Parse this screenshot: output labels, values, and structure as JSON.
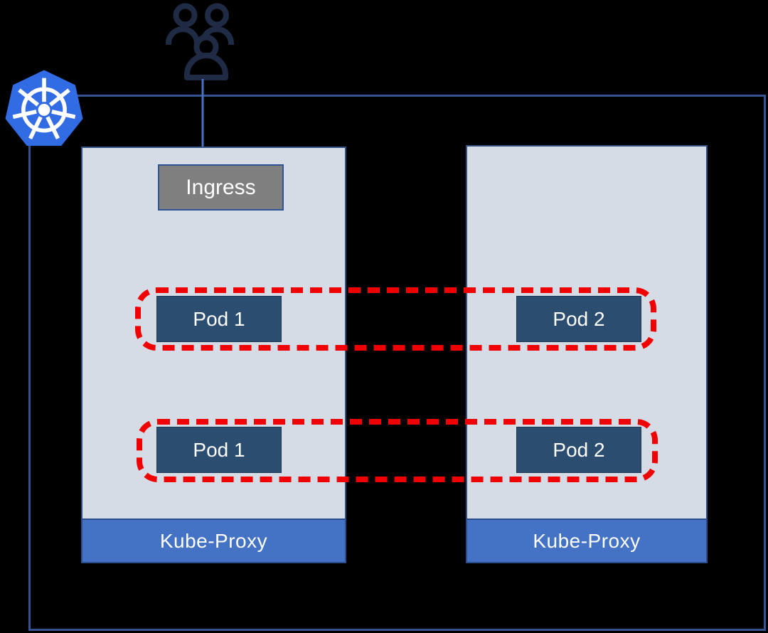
{
  "diagram": {
    "ingress_label": "Ingress",
    "nodes": [
      {
        "id": "node-1",
        "kube_proxy_label": "Kube-Proxy",
        "pods": [
          {
            "label": "Pod 1"
          },
          {
            "label": "Pod 1"
          }
        ]
      },
      {
        "id": "node-2",
        "kube_proxy_label": "Kube-Proxy",
        "pods": [
          {
            "label": "Pod 2"
          },
          {
            "label": "Pod 2"
          }
        ]
      }
    ],
    "services": [
      {
        "members": [
          "Pod 1",
          "Pod 2"
        ]
      },
      {
        "members": [
          "Pod 1",
          "Pod 2"
        ]
      }
    ],
    "icons": [
      {
        "name": "kubernetes-logo"
      },
      {
        "name": "users-icon"
      },
      {
        "name": "down-arrow-icon"
      }
    ],
    "colors": {
      "background": "#000000",
      "cluster_border": "#35548F",
      "node_fill": "#D6DCE5",
      "node_border": "#2F5080",
      "pod_fill": "#2A4D70",
      "label_text": "#FFFFFF",
      "kube_proxy_fill": "#4472C4",
      "kube_proxy_border": "#2B4D8C",
      "ingress_fill": "#7F7F7F",
      "ingress_border": "#2F5597",
      "service_outline_red": "#F00000",
      "kubernetes_blue": "#326CE5",
      "users_icon_navy": "#1F2A44",
      "arrow_blue": "#4472C4"
    }
  }
}
